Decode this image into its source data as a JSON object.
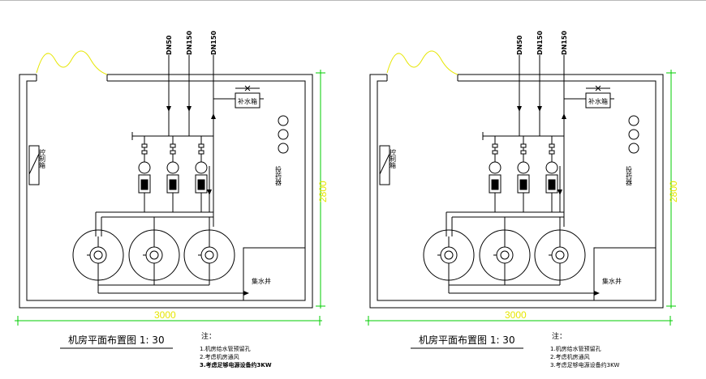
{
  "plans": [
    {
      "pipe_labels": [
        "DN50",
        "DN150",
        "DN150"
      ],
      "tank_label": "补水箱",
      "control_label": "控制箱",
      "dosing_label": "投药器",
      "sump_label": "集水井",
      "width_dim": "3000",
      "height_dim": "2800",
      "title": "机房平面布置图 1: 30",
      "notes_head": "注：",
      "notes": [
        "1.机房给水管预留孔",
        "2.考虑机房通风",
        "3.考虑足够电源设备约3KW"
      ]
    },
    {
      "pipe_labels": [
        "DN50",
        "DN150",
        "DN150"
      ],
      "tank_label": "补水箱",
      "control_label": "控制箱",
      "dosing_label": "投药器",
      "sump_label": "集水井",
      "width_dim": "3000",
      "height_dim": "2800",
      "title": "机房平面布置图 1: 30",
      "notes_head": "注：",
      "notes": [
        "1.机房给水管预留孔",
        "2.考虑机房通风",
        "3.考虑足够电源设备约3KW"
      ]
    }
  ],
  "colors": {
    "line": "#000000",
    "dimension": "#00cc00",
    "dimension_text": "#e6e600",
    "opening": "#e6e600"
  }
}
